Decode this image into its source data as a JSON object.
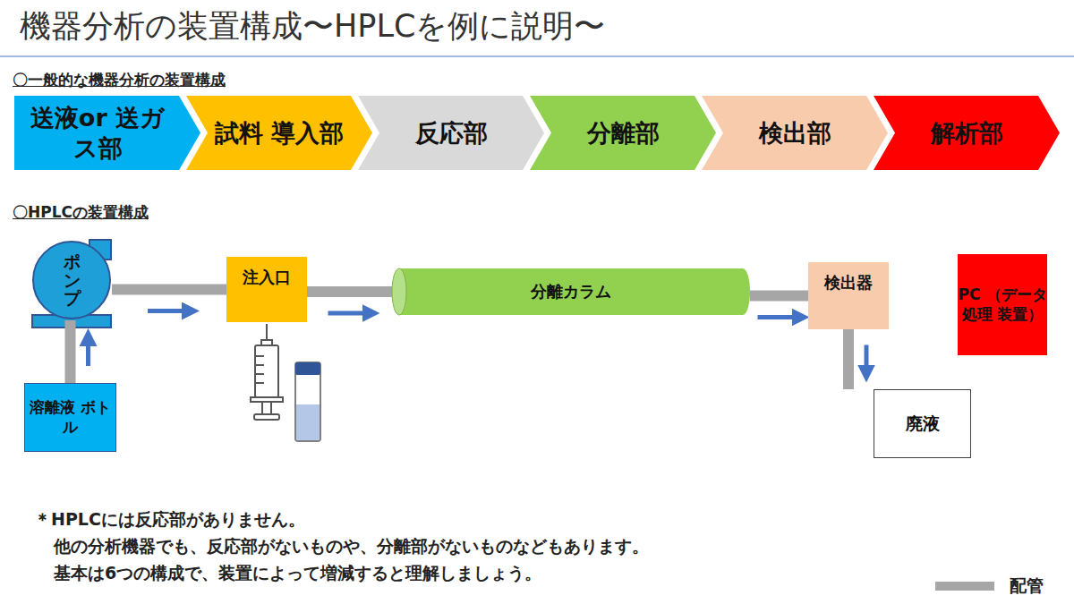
{
  "diagram": {
    "title": "機器分析の装置構成〜HPLCを例に説明〜",
    "nodes": [
      {
        "text": [
          "送液or 送ガス部"
        ]
      },
      {
        "text": [
          "試料 導入部"
        ]
      },
      {
        "text": [
          "反応部"
        ]
      },
      {
        "text": [
          "分離部"
        ]
      },
      {
        "text": [
          "検出部"
        ]
      },
      {
        "text": [
          "解析部"
        ]
      },
      {
        "text": [
          "ポンプ"
        ]
      },
      {
        "text": [
          "注入口"
        ]
      },
      {
        "text": [
          "分離カラム"
        ]
      },
      {
        "text": [
          "検出器"
        ]
      },
      {
        "text": [
          "PC （データ 処理 装置）"
        ]
      },
      {
        "text": [
          "溶離液 ボトル"
        ]
      },
      {
        "text": [
          "廃液"
        ]
      }
    ],
    "edges": [
      {
        "from": 11,
        "to": 6,
        "arrow": "to"
      },
      {
        "from": 6,
        "to": 7,
        "arrow": "to"
      },
      {
        "from": 7,
        "to": 8,
        "arrow": "to"
      },
      {
        "from": 8,
        "to": 9,
        "arrow": "to"
      },
      {
        "from": 9,
        "to": 12,
        "arrow": "to"
      }
    ],
    "labels": [
      "〇一般的な機器分析の装置構成",
      "〇HPLCの装置構成",
      "＊HPLCには反応部がありません。",
      "他の分析機器でも、反応部がないものや、分離部がないものなどもあります。",
      "基本は6つの構成で、装置によって増減すると理解しましょう。"
    ],
    "legend": [
      {
        "text": "配管",
        "color": "#a6a6a6"
      }
    ]
  }
}
